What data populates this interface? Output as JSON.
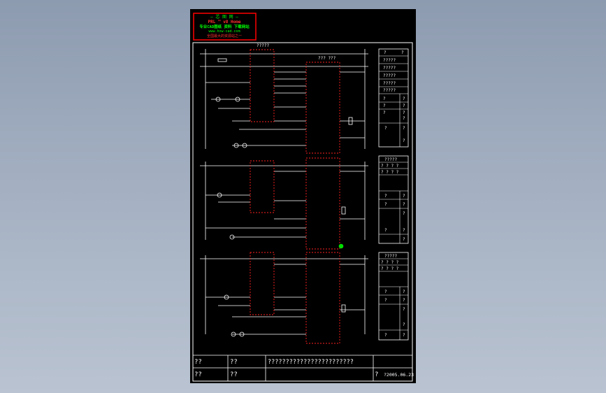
{
  "stamp": {
    "line1": "— 芯 图 网 —",
    "line2": "PRL ™ v8 Home",
    "line3": "专业CAD图纸 资料 下载网站",
    "line4": "www.hxw-cad.com",
    "line5": "全国最大的资源站之一"
  },
  "top_label": "?????",
  "plc_label": "??? ???",
  "side_blocks": [
    {
      "header": [
        "?",
        "?"
      ],
      "rows": [
        "?????",
        "?????",
        "?????",
        "?????",
        "?????"
      ],
      "grid": [
        [
          "?",
          "?"
        ],
        [
          "?",
          "?"
        ],
        [
          "?",
          "?"
        ],
        [
          "?",
          "?"
        ],
        [
          "?",
          "?"
        ],
        [
          "?",
          "?"
        ]
      ]
    },
    {
      "header": [
        "?????"
      ],
      "rows": [
        "?  ?  ?  ?",
        "?  ?  ?  ?"
      ],
      "grid": [
        [
          "?",
          "?"
        ],
        [
          "?",
          "?"
        ],
        [
          "?",
          "?"
        ],
        [
          "?",
          "?"
        ],
        [
          "?",
          "?"
        ]
      ]
    },
    {
      "header": [
        "?????"
      ],
      "rows": [
        "?  ?  ?  ?",
        "?  ?  ?  ?"
      ],
      "grid": [
        [
          "?",
          "?"
        ],
        [
          "?",
          "?"
        ],
        [
          "?",
          "?"
        ],
        [
          "?",
          "?"
        ],
        [
          "?",
          "?"
        ]
      ]
    }
  ],
  "title_block": {
    "r1c1": "??",
    "r1c2": "??",
    "r1c3": "????????????????????????",
    "r2c1": "??",
    "r2c2": "??",
    "r2c3": "?",
    "date": "?2005.06.23"
  },
  "colors": {
    "background": "#000000",
    "lines": "#ffffff",
    "dashed_boxes": "#ff2020",
    "stamp_border": "#ff0000",
    "stamp_text_green": "#00ff00",
    "stamp_text_red": "#ff3030",
    "marker": "#00dd00"
  }
}
